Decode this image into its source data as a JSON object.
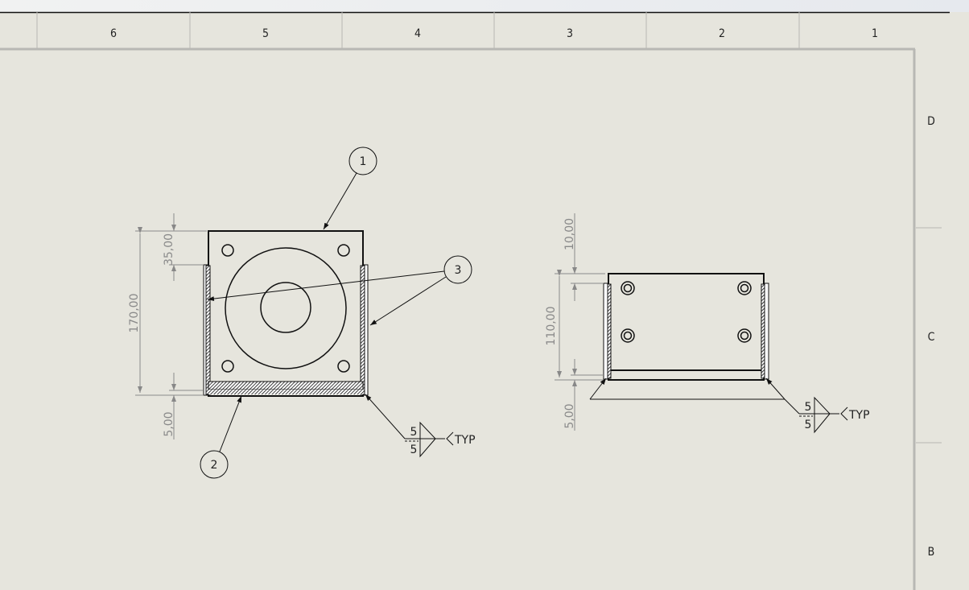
{
  "sheet": {
    "zones_top": [
      "6",
      "5",
      "4",
      "3",
      "2",
      "1"
    ],
    "zones_right": [
      "D",
      "C",
      "B"
    ],
    "background": "#e6e5dd"
  },
  "view_left": {
    "balloons": [
      "1",
      "2",
      "3"
    ],
    "dimensions": [
      "35,00",
      "170,00",
      "5,00"
    ],
    "weld": {
      "top": "5",
      "bottom": "5",
      "note": "TYP"
    }
  },
  "view_right": {
    "dimensions": [
      "10,00",
      "110,00",
      "5,00"
    ],
    "weld": {
      "top": "5",
      "bottom": "5",
      "note": "TYP"
    }
  }
}
